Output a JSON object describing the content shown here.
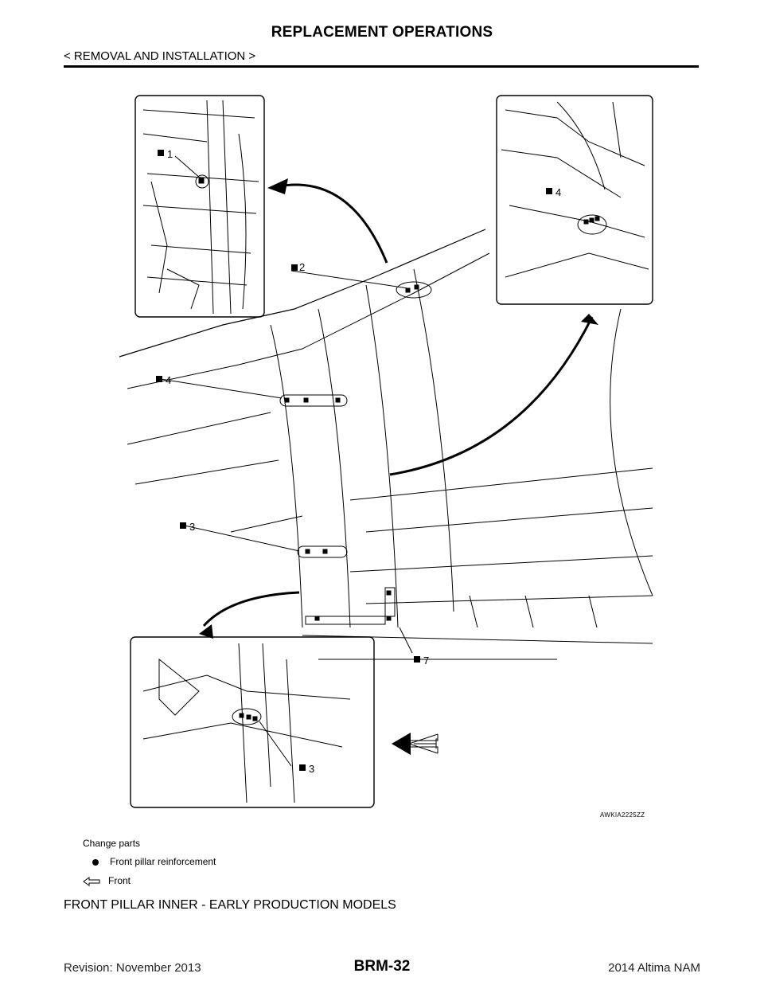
{
  "header": {
    "title": "REPLACEMENT OPERATIONS",
    "subtitle": "< REMOVAL AND INSTALLATION >"
  },
  "figure": {
    "code": "AWKIA2225ZZ",
    "callouts": [
      "1",
      "2",
      "4",
      "4",
      "3",
      "7",
      "3"
    ]
  },
  "legend": {
    "heading": "Change parts",
    "item": "Front pillar reinforcement",
    "front": "Front"
  },
  "section": {
    "heading": "FRONT PILLAR INNER - EARLY PRODUCTION MODELS"
  },
  "footer": {
    "revision": "Revision: November 2013",
    "page": "BRM-32",
    "model": "2014 Altima NAM"
  }
}
